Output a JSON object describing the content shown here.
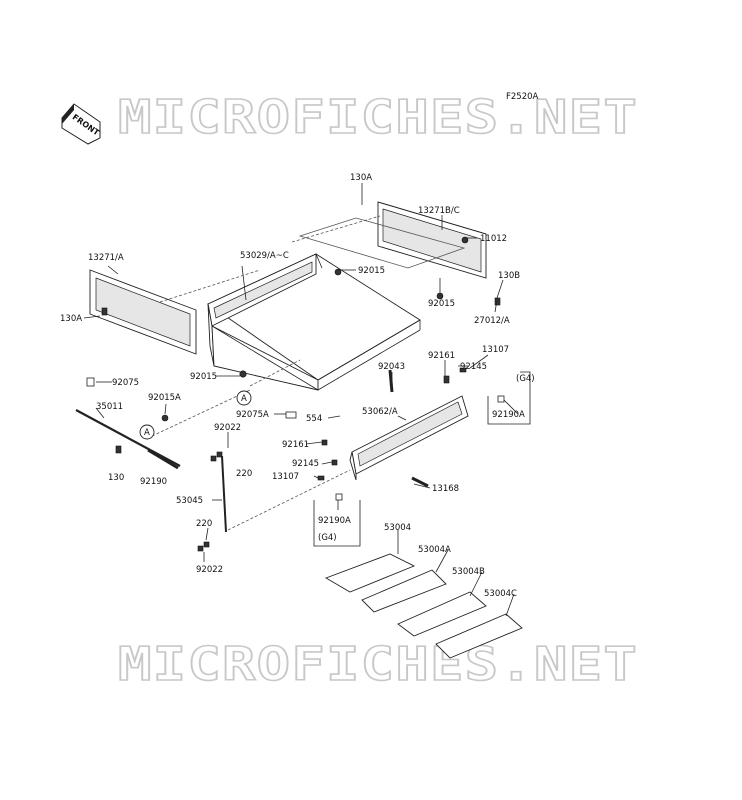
{
  "figure_code": "F2520A",
  "front_label": "FRONT",
  "watermark": "MICROFICHES.NET",
  "callouts": {
    "c130A_top": "130A",
    "c13271BC": "13271B/C",
    "c11012": "11012",
    "c130B": "130B",
    "c92015_right": "92015",
    "c27012A": "27012/A",
    "c13271A": "13271/A",
    "c53029AC": "53029/A~C",
    "c92015_mid": "92015",
    "c130A_left": "130A",
    "c92015_low": "92015",
    "c92075": "92075",
    "c35011": "35011",
    "c92015A": "92015A",
    "cA1": "A",
    "cA2": "A",
    "c130": "130",
    "c92190": "92190",
    "c92161_top": "92161",
    "c13107_top": "13107",
    "c92145_top": "92145",
    "cG4_top": "(G4)",
    "c92190A_right": "92190A",
    "c92043": "92043",
    "c92075A": "92075A",
    "c554": "554",
    "c53062A": "53062/A",
    "c92022_top": "92022",
    "c220_top": "220",
    "c92161_low": "92161",
    "c92145_low": "92145",
    "c13107_low": "13107",
    "c13168": "13168",
    "c53045": "53045",
    "c92190A_low": "92190A",
    "cG4_low": "(G4)",
    "c220_low": "220",
    "c92022_low": "92022",
    "c53004": "53004",
    "c53004A": "53004A",
    "c53004B": "53004B",
    "c53004C": "53004C"
  }
}
